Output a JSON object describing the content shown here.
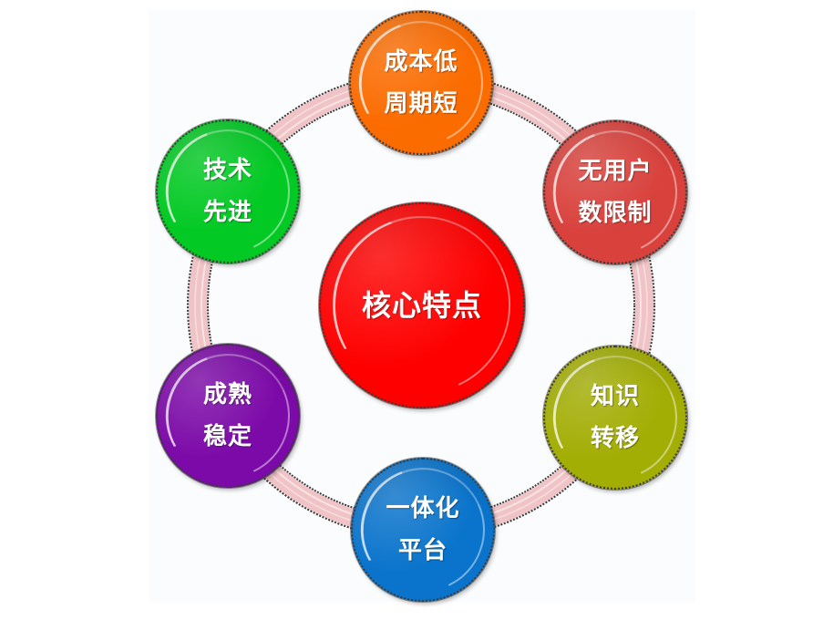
{
  "diagram": {
    "type": "hub-and-ring",
    "center": {
      "label": "核心特点",
      "color": "#fe0000"
    },
    "nodes": [
      {
        "id": "cost",
        "lines": [
          "成本低",
          "周期短"
        ],
        "color": "#fb6c00",
        "position": "top"
      },
      {
        "id": "users",
        "lines": [
          "无用户",
          "数限制"
        ],
        "color": "#d9413c",
        "position": "upper-right"
      },
      {
        "id": "knowledge",
        "lines": [
          "知识",
          "转移"
        ],
        "color": "#a3ae05",
        "position": "lower-right"
      },
      {
        "id": "platform",
        "lines": [
          "一体化",
          "平台"
        ],
        "color": "#0a74cc",
        "position": "bottom"
      },
      {
        "id": "stable",
        "lines": [
          "成熟",
          "稳定"
        ],
        "color": "#7c0aa8",
        "position": "lower-left"
      },
      {
        "id": "tech",
        "lines": [
          "技术",
          "先进"
        ],
        "color": "#02c923",
        "position": "upper-left"
      }
    ],
    "ring_color": "#f0c4c6"
  }
}
